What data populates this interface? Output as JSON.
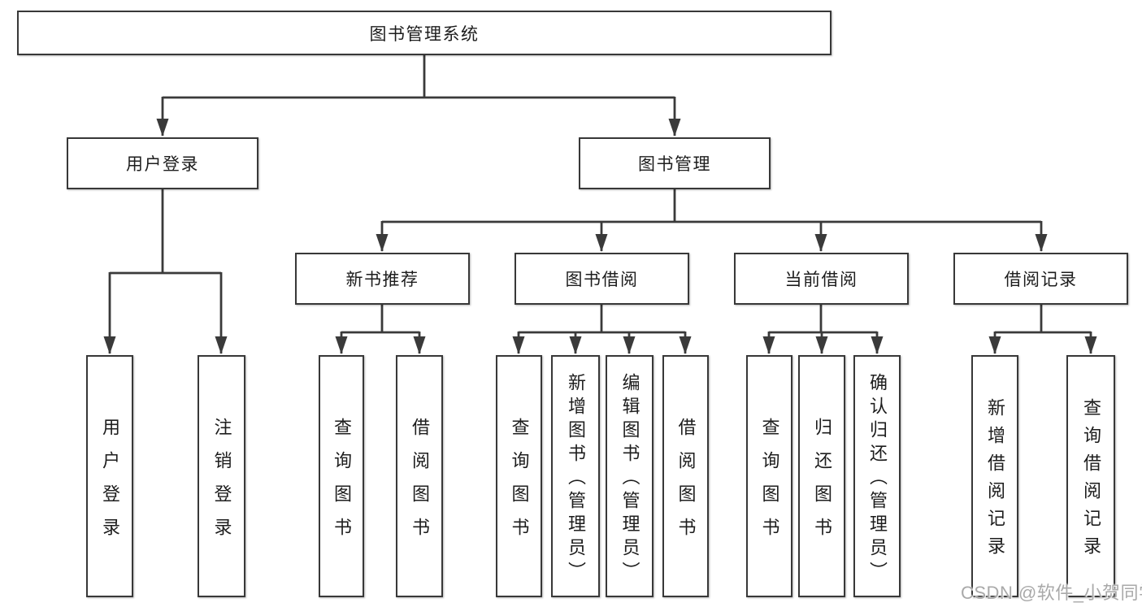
{
  "root": {
    "label": "图书管理系统"
  },
  "branches": [
    {
      "label": "用户登录",
      "children": [
        {
          "label": "用户登录"
        },
        {
          "label": "注销登录"
        }
      ]
    },
    {
      "label": "图书管理",
      "subgroups": [
        {
          "label": "新书推荐",
          "children": [
            {
              "label": "查询图书"
            },
            {
              "label": "借阅图书"
            }
          ]
        },
        {
          "label": "图书借阅",
          "children": [
            {
              "label": "查询图书"
            },
            {
              "label": "新增图书（管理员）"
            },
            {
              "label": "编辑图书（管理员）"
            },
            {
              "label": "借阅图书"
            }
          ]
        },
        {
          "label": "当前借阅",
          "children": [
            {
              "label": "查询图书"
            },
            {
              "label": "归还图书"
            },
            {
              "label": "确认归还（管理员）"
            }
          ]
        },
        {
          "label": "借阅记录",
          "children": [
            {
              "label": "新增借阅记录"
            },
            {
              "label": "查询借阅记录"
            }
          ]
        }
      ]
    }
  ],
  "watermark": "CSDN @软件_小贺同学",
  "colors": {
    "line": "#3a3a3a",
    "box_border": "#383838",
    "box_fill": "#ffffff",
    "text": "#1d1d1d",
    "watermark": "#a9a9a9"
  }
}
